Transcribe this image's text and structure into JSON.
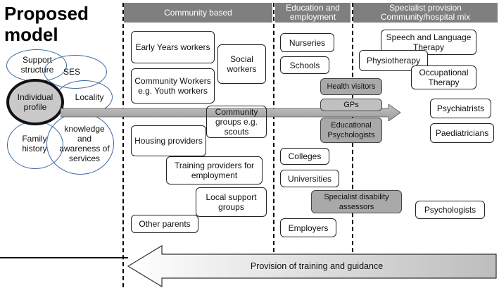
{
  "title": "Proposed model",
  "columns": {
    "community": "Community based",
    "education": "Education and employment",
    "specialist": "Specialist provision Community/hospital mix"
  },
  "factors": {
    "support_structure": "Support structure",
    "ses": "SES",
    "individual_profile": "Individual profile",
    "locality": "Locality",
    "family_history": "Family history",
    "knowledge": "knowledge and awareness of services"
  },
  "community_boxes": {
    "early_years": "Early Years workers",
    "social_workers": "Social workers",
    "community_workers": "Community Workers e.g. Youth workers",
    "community_groups": "Community groups e.g. scouts",
    "housing": "Housing providers",
    "training_providers": "Training providers for employment",
    "local_support": "Local support groups",
    "other_parents": "Other parents"
  },
  "education_boxes": {
    "nurseries": "Nurseries",
    "schools": "Schools",
    "health_visitors": "Health visitors",
    "gps": "GPs",
    "educational_psychologists": "Educational Psychologists",
    "colleges": "Colleges",
    "universities": "Universities",
    "specialist_disability": "Specialist disability assessors",
    "employers": "Employers"
  },
  "specialist_boxes": {
    "speech": "Speech and Language Therapy",
    "physiotherapy": "Physiotherapy",
    "occupational": "Occupational Therapy",
    "psychiatrists": "Psychiatrists",
    "paediatricians": "Paediatricians",
    "psychologists": "Psychologists"
  },
  "bottom_arrow_label": "Provision of training and guidance"
}
